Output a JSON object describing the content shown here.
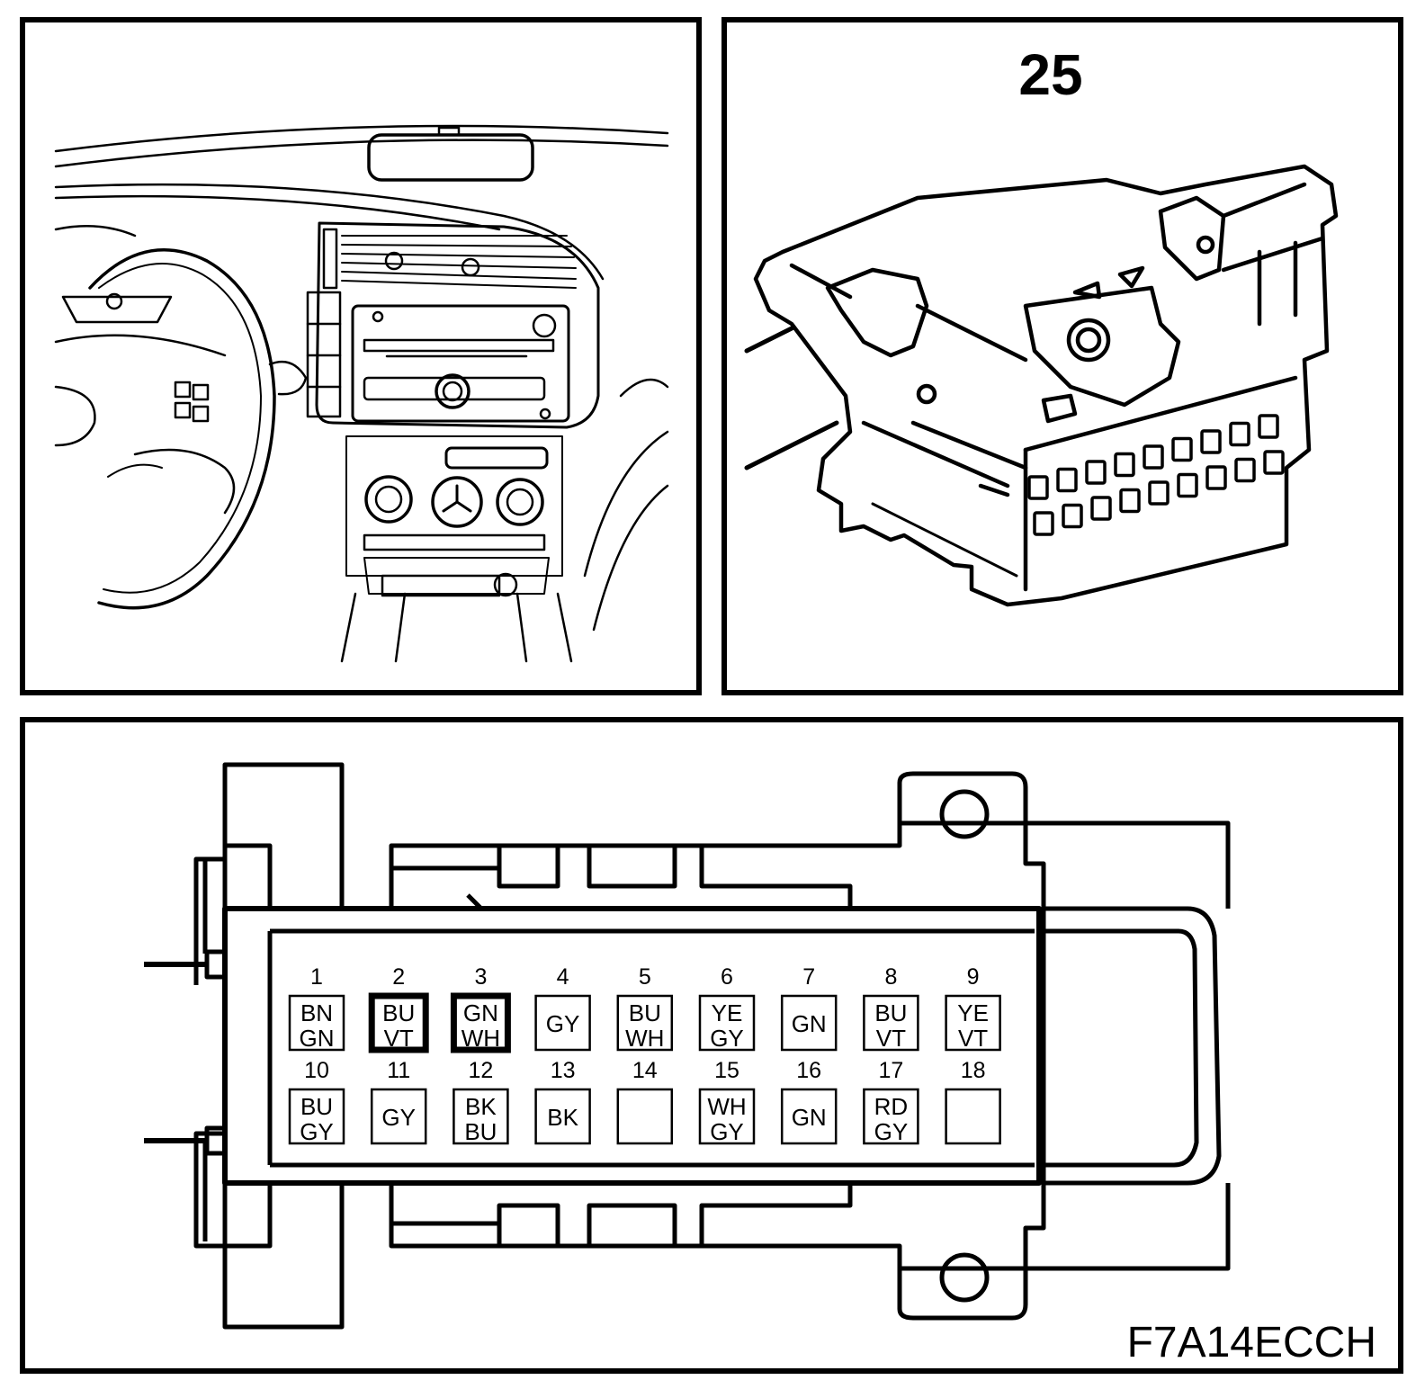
{
  "connector_number": "25",
  "figure_code": "F7A14ECCH",
  "pins": [
    {
      "num": "1",
      "wires": [
        "BN",
        "GN"
      ],
      "highlight": false
    },
    {
      "num": "2",
      "wires": [
        "BU",
        "VT"
      ],
      "highlight": true
    },
    {
      "num": "3",
      "wires": [
        "GN",
        "WH"
      ],
      "highlight": true
    },
    {
      "num": "4",
      "wires": [
        "GY"
      ],
      "highlight": false
    },
    {
      "num": "5",
      "wires": [
        "BU",
        "WH"
      ],
      "highlight": false
    },
    {
      "num": "6",
      "wires": [
        "YE",
        "GY"
      ],
      "highlight": false
    },
    {
      "num": "7",
      "wires": [
        "GN"
      ],
      "highlight": false
    },
    {
      "num": "8",
      "wires": [
        "BU",
        "VT"
      ],
      "highlight": false
    },
    {
      "num": "9",
      "wires": [
        "YE",
        "VT"
      ],
      "highlight": false
    },
    {
      "num": "10",
      "wires": [
        "BU",
        "GY"
      ],
      "highlight": false
    },
    {
      "num": "11",
      "wires": [
        "GY"
      ],
      "highlight": false
    },
    {
      "num": "12",
      "wires": [
        "BK",
        "BU"
      ],
      "highlight": false
    },
    {
      "num": "13",
      "wires": [
        "BK"
      ],
      "highlight": false
    },
    {
      "num": "14",
      "wires": [],
      "highlight": false
    },
    {
      "num": "15",
      "wires": [
        "WH",
        "GY"
      ],
      "highlight": false
    },
    {
      "num": "16",
      "wires": [
        "GN"
      ],
      "highlight": false
    },
    {
      "num": "17",
      "wires": [
        "RD",
        "GY"
      ],
      "highlight": false
    },
    {
      "num": "18",
      "wires": [],
      "highlight": false
    }
  ]
}
